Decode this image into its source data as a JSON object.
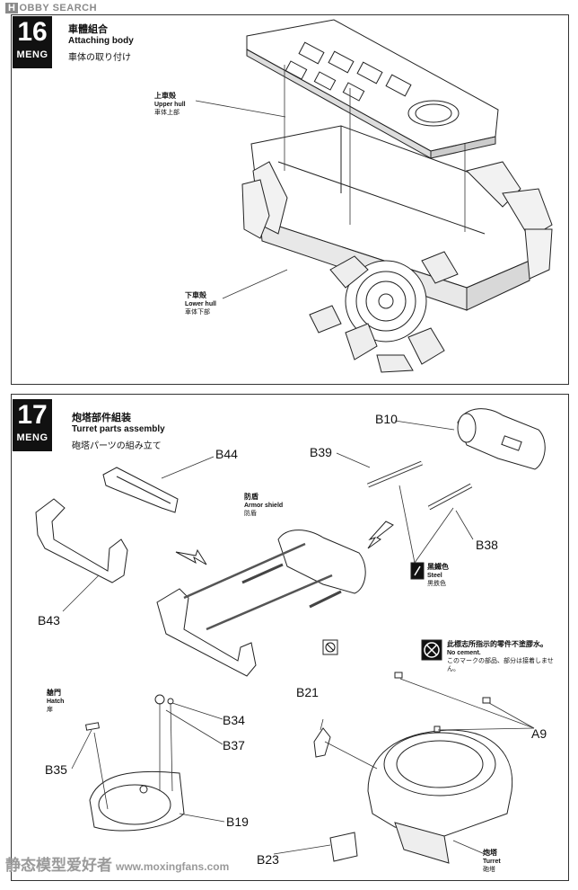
{
  "watermark_top": {
    "logo": "H",
    "text": "OBBY SEARCH"
  },
  "watermark_bottom": {
    "cn": "静态模型爱好者",
    "url": "www.moxingfans.com"
  },
  "step16": {
    "number": "16",
    "brand": "MENG",
    "title_cn": "車體組合",
    "title_en": "Attaching body",
    "title_jp": "車体の取り付け",
    "upper": {
      "cn": "上車殻",
      "en": "Upper hull",
      "jp": "車体上部"
    },
    "lower": {
      "cn": "下車殻",
      "en": "Lower hull",
      "jp": "車体下部"
    }
  },
  "step17": {
    "number": "17",
    "brand": "MENG",
    "title_cn": "炮塔部件組装",
    "title_en": "Turret parts assembly",
    "title_jp": "砲塔パーツの組み立て",
    "parts": {
      "b44": "B44",
      "b43": "B43",
      "b10": "B10",
      "b39": "B39",
      "b38": "B38",
      "b21": "B21",
      "b34": "B34",
      "b37": "B37",
      "b35": "B35",
      "b19": "B19",
      "b23": "B23",
      "a9": "A9"
    },
    "armor": {
      "cn": "防盾",
      "en": "Armor shield",
      "jp": "防盾"
    },
    "steel": {
      "cn": "黑鐵色",
      "en": "Steel",
      "jp": "黒鉄色"
    },
    "nocement": {
      "cn": "此標志所指示的零件不塗膠水。",
      "en": "No cement.",
      "jp": "このマークの部品、部分は接着しません。"
    },
    "hatch": {
      "cn": "艙門",
      "en": "Hatch",
      "jp": "扉"
    },
    "turret": {
      "cn": "炮塔",
      "en": "Turret",
      "jp": "砲塔"
    }
  }
}
